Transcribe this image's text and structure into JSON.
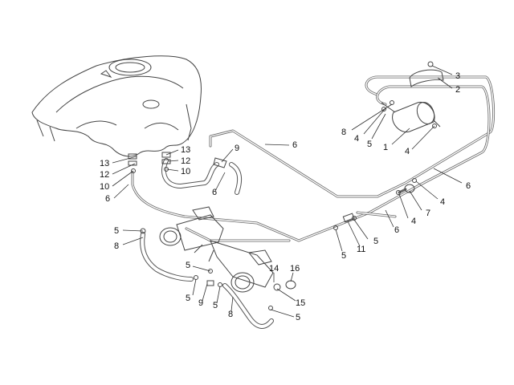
{
  "callouts": {
    "c1": "1",
    "c2": "2",
    "c3": "3",
    "c4a": "4",
    "c4b": "4",
    "c4c": "4",
    "c4d": "4",
    "c5a": "5",
    "c5b": "5",
    "c5c": "5",
    "c5d": "5",
    "c5e": "5",
    "c5f": "5",
    "c5g": "5",
    "c6a": "6",
    "c6b": "6",
    "c6c": "6",
    "c6d": "6",
    "c6e": "6",
    "c7": "7",
    "c8a": "8",
    "c8b": "8",
    "c8c": "8",
    "c9a": "9",
    "c9b": "9",
    "c10a": "10",
    "c10b": "10",
    "c11": "11",
    "c12a": "12",
    "c12b": "12",
    "c13a": "13",
    "c13b": "13",
    "c14": "14",
    "c15": "15",
    "c16": "16"
  }
}
